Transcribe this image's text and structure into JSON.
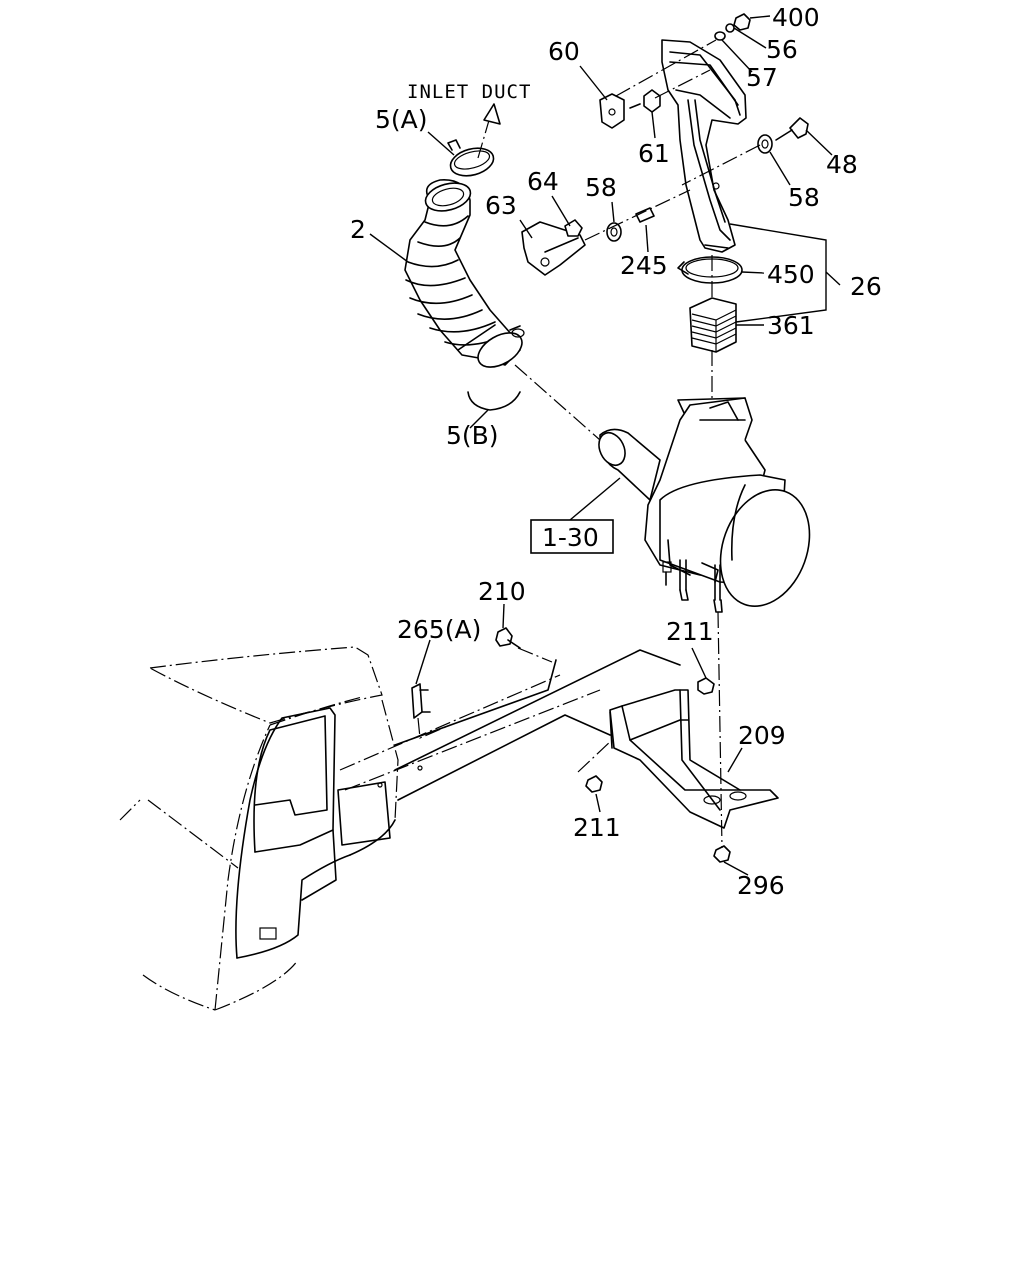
{
  "diagram": {
    "annotation": "INLET DUCT",
    "boxed_ref": "1-30",
    "callouts": {
      "p400": "400",
      "p56": "56",
      "p57": "57",
      "p60": "60",
      "p61": "61",
      "p48": "48",
      "p58a": "58",
      "p58b": "58",
      "p5a": "5(A)",
      "p64": "64",
      "p63": "63",
      "p2": "2",
      "p245": "245",
      "p450": "450",
      "p26": "26",
      "p361": "361",
      "p5b": "5(B)",
      "p210": "210",
      "p265a": "265(A)",
      "p211a": "211",
      "p209": "209",
      "p211b": "211",
      "p296": "296"
    }
  }
}
